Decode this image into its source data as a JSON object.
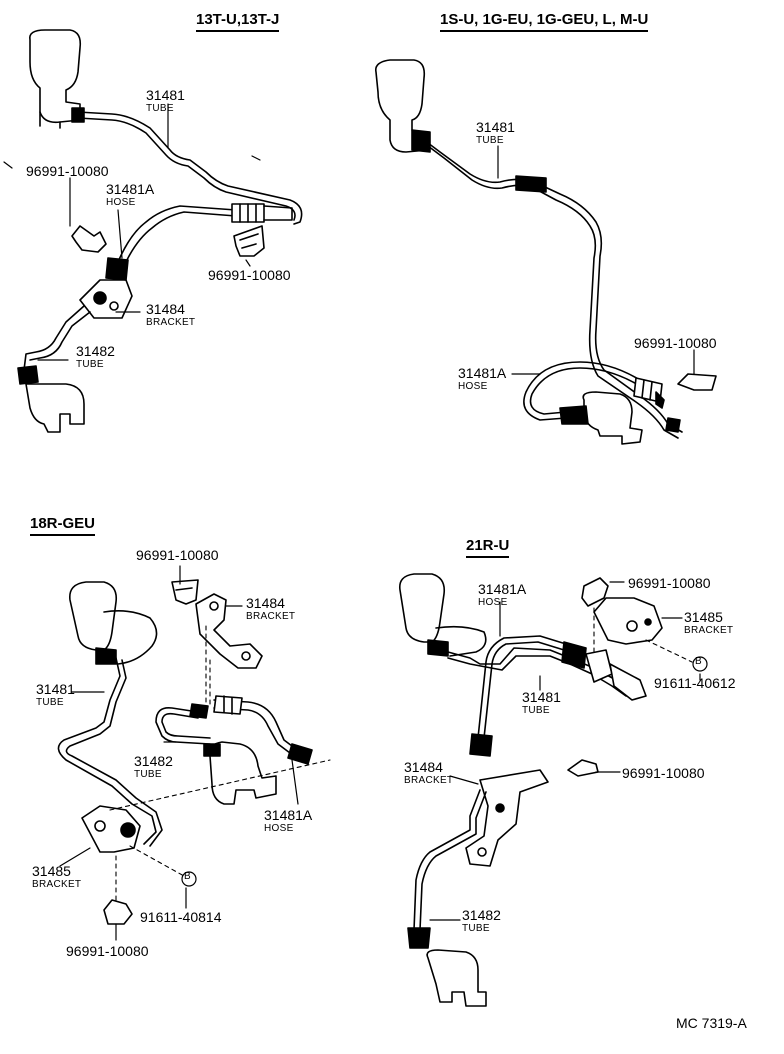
{
  "sections": {
    "s1": {
      "title": "13T-U,13T-J"
    },
    "s2": {
      "title": "1S-U, 1G-EU, 1G-GEU, L, M-U"
    },
    "s3": {
      "title": "18R-GEU"
    },
    "s4": {
      "title": "21R-U"
    }
  },
  "callouts": {
    "s1": {
      "tube1": {
        "num": "31481",
        "word": "TUBE"
      },
      "clipLeft": {
        "num": "96991-10080"
      },
      "hose": {
        "num": "31481A",
        "word": "HOSE"
      },
      "clipRight": {
        "num": "96991-10080"
      },
      "bracket": {
        "num": "31484",
        "word": "BRACKET"
      },
      "tube2": {
        "num": "31482",
        "word": "TUBE"
      }
    },
    "s2": {
      "tube": {
        "num": "31481",
        "word": "TUBE"
      },
      "clip": {
        "num": "96991-10080"
      },
      "hose": {
        "num": "31481A",
        "word": "HOSE"
      }
    },
    "s3": {
      "clipTop": {
        "num": "96991-10080"
      },
      "bracketTop": {
        "num": "31484",
        "word": "BRACKET"
      },
      "tube1": {
        "num": "31481",
        "word": "TUBE"
      },
      "tube2": {
        "num": "31482",
        "word": "TUBE"
      },
      "hose": {
        "num": "31481A",
        "word": "HOSE"
      },
      "bracketBottom": {
        "num": "31485",
        "word": "BRACKET"
      },
      "bolt": {
        "num": "91611-40814",
        "ref": "B"
      },
      "clipBottom": {
        "num": "96991-10080"
      }
    },
    "s4": {
      "hose": {
        "num": "31481A",
        "word": "HOSE"
      },
      "clipTop": {
        "num": "96991-10080"
      },
      "bracketRight": {
        "num": "31485",
        "word": "BRACKET"
      },
      "bolt": {
        "num": "91611-40612",
        "ref": "B"
      },
      "tube1": {
        "num": "31481",
        "word": "TUBE"
      },
      "bracketLeft": {
        "num": "31484",
        "word": "BRACKET"
      },
      "clipMid": {
        "num": "96991-10080"
      },
      "tube2": {
        "num": "31482",
        "word": "TUBE"
      }
    }
  },
  "footer": {
    "code": "MC  7319-A"
  }
}
